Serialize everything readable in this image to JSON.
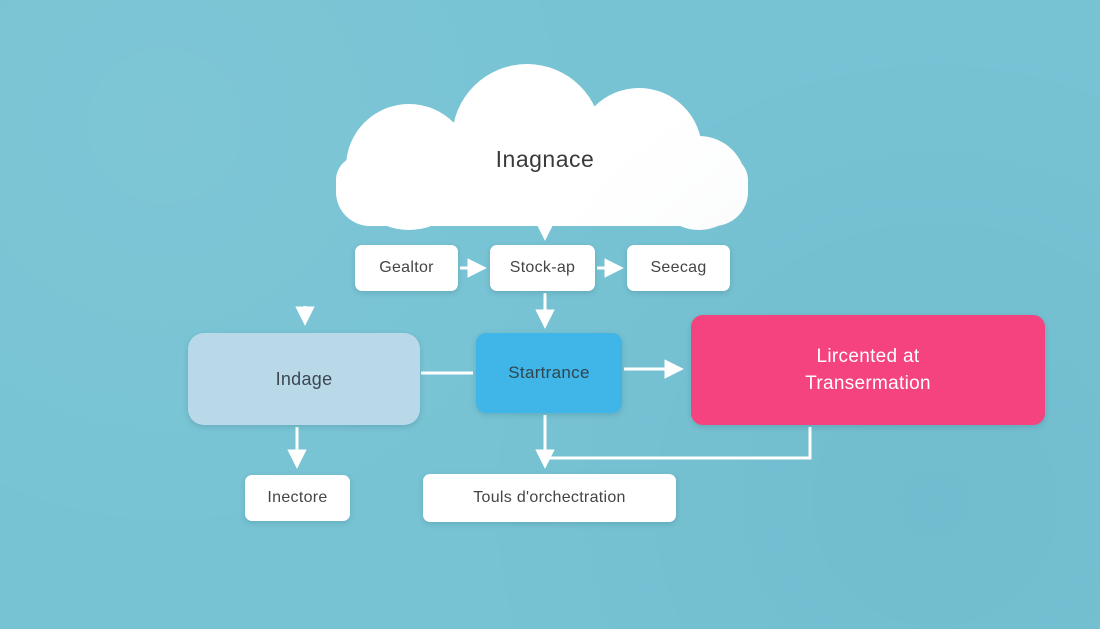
{
  "canvas": {
    "background_color": "#77c3d4"
  },
  "colors": {
    "cloud_fill": "#ffffff",
    "indage_fill": "#b9d9e9",
    "startrance_fill": "#3fb5e8",
    "pink_fill": "#f4437e",
    "connector": "#ffffff",
    "box_text": "#454545"
  },
  "diagram": {
    "cloud": {
      "label": "Inagnace"
    },
    "top_row": [
      {
        "label": "Gealtor"
      },
      {
        "label": "Stock-ap"
      },
      {
        "label": "Seecag"
      }
    ],
    "middle_row": {
      "indage": {
        "label": "Indage"
      },
      "startrance": {
        "label": "Startrance"
      },
      "pink": {
        "label_line1": "Lircented at",
        "label_line2": "Transermation"
      }
    },
    "bottom_row": {
      "inectore": {
        "label": "Inectore"
      },
      "touls": {
        "label": "Touls d'orchectration"
      }
    }
  }
}
